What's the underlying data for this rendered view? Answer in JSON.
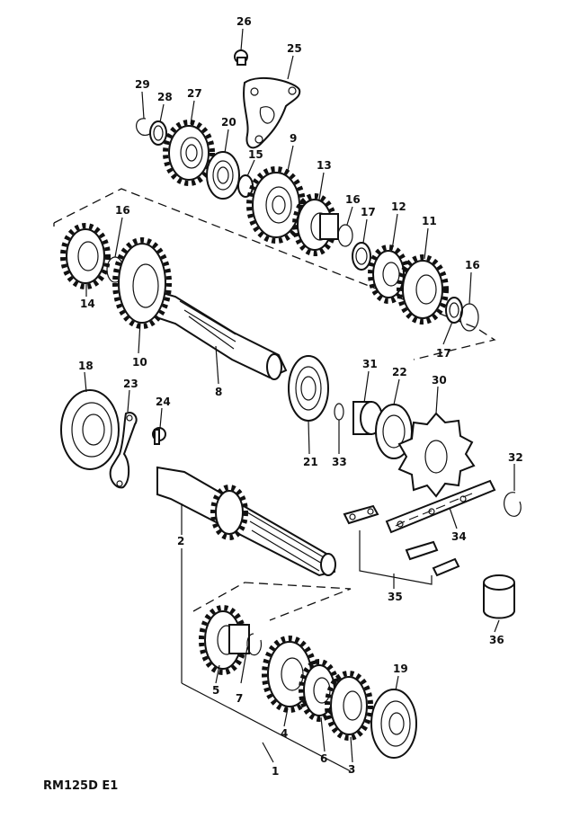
{
  "diagram_code": "RM125D E1",
  "callouts": {
    "p1": "1",
    "p2": "2",
    "p3": "3",
    "p4": "4",
    "p5": "5",
    "p6": "6",
    "p7": "7",
    "p8": "8",
    "p9": "9",
    "p10": "10",
    "p11": "11",
    "p12": "12",
    "p13": "13",
    "p14": "14",
    "p15": "15",
    "p16a": "16",
    "p16b": "16",
    "p16c": "16",
    "p17a": "17",
    "p17b": "17",
    "p18": "18",
    "p19": "19",
    "p20": "20",
    "p21": "21",
    "p22": "22",
    "p23": "23",
    "p24": "24",
    "p25": "25",
    "p26": "26",
    "p27": "27",
    "p28": "28",
    "p29": "29",
    "p30": "30",
    "p31": "31",
    "p32": "32",
    "p33": "33",
    "p34": "34",
    "p35": "35",
    "p36": "36"
  }
}
